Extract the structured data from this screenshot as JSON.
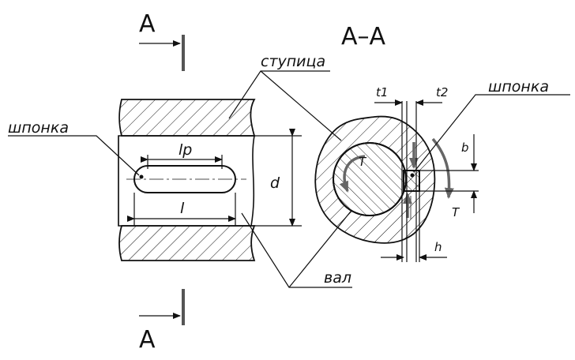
{
  "section_marker_top": "A",
  "section_marker_bottom": "A",
  "section_title": "A–A",
  "labels": {
    "hub": "ступица",
    "key_left": "шпонка",
    "key_right": "шпонка",
    "shaft": "вал"
  },
  "dimensions": {
    "lp": "lp",
    "l": "l",
    "d": "d",
    "t1": "t1",
    "t2": "t2",
    "b": "b",
    "h": "h",
    "T_shaft": "T",
    "T_hub": "T"
  },
  "colors": {
    "line": "#111111",
    "arrow": "#666666",
    "background": "#ffffff"
  }
}
